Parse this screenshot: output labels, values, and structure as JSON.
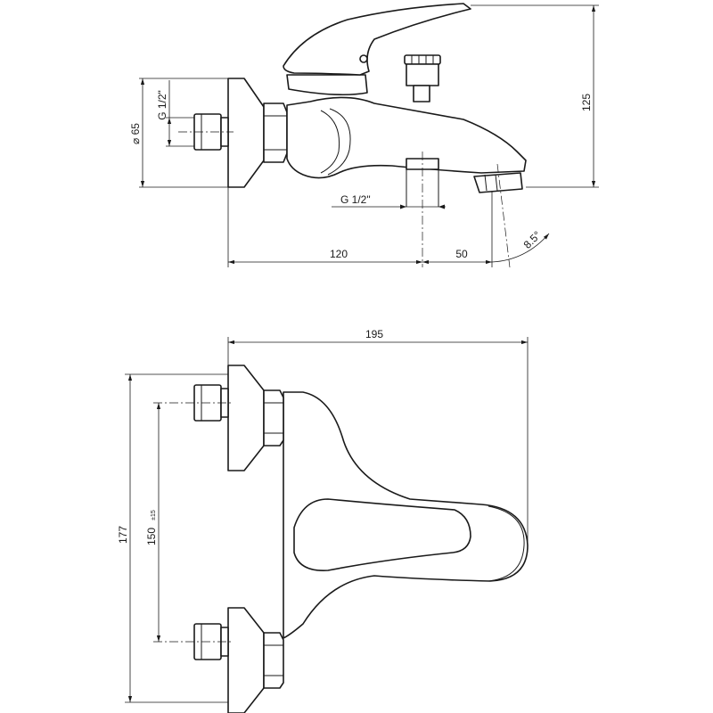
{
  "side_view": {
    "dim_height": "125",
    "dim_diameter": "⌀ 65",
    "dim_thread_inlet": "G 1/2\"",
    "dim_thread_outlet": "G 1/2\"",
    "dim_outlet_distance": "120",
    "dim_spout_projection": "50",
    "dim_spout_angle": "8.5°"
  },
  "front_view": {
    "dim_width": "195",
    "dim_height": "177",
    "dim_centers": "150",
    "dim_centers_tolerance": "±15"
  }
}
